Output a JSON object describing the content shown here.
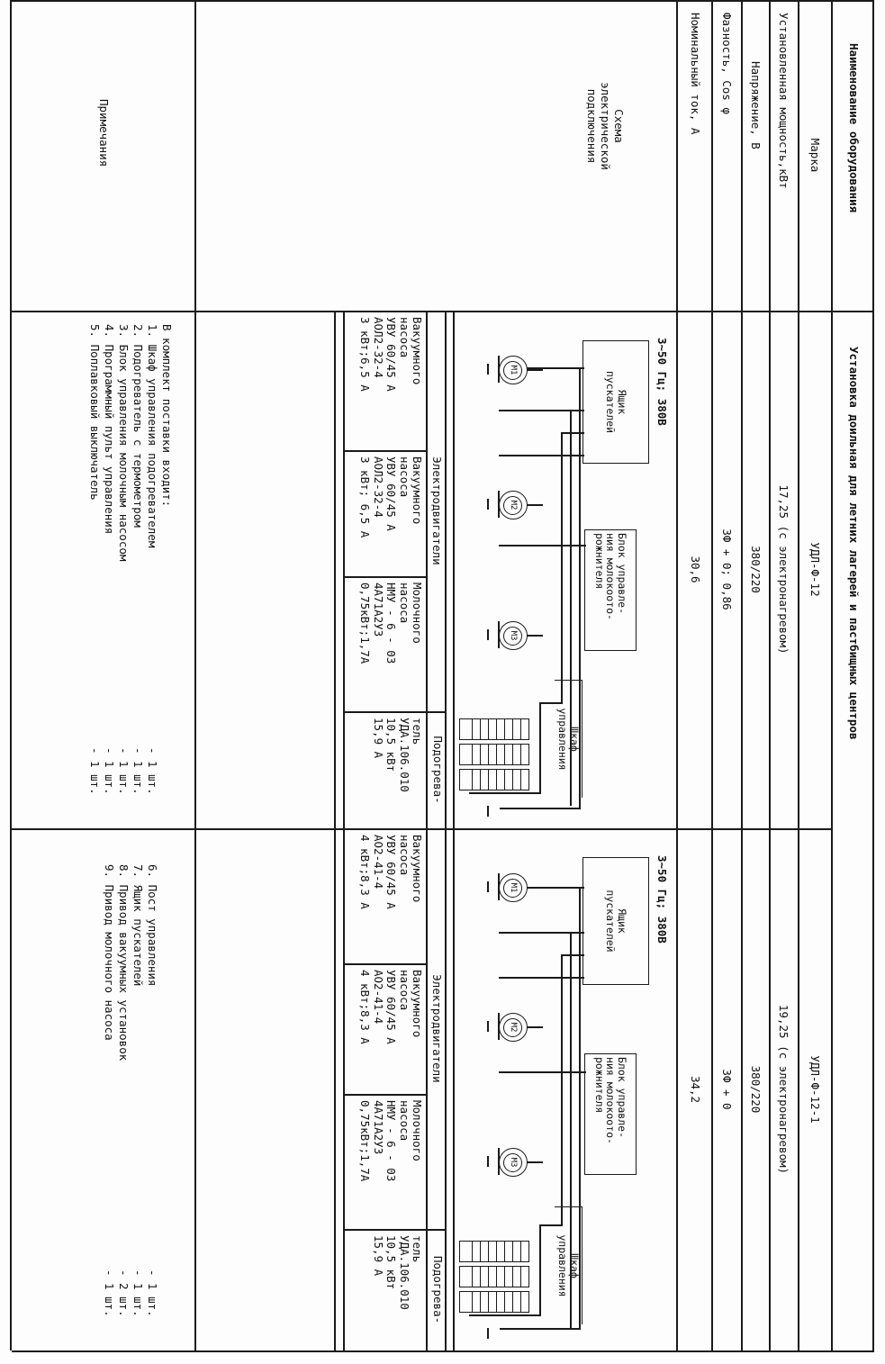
{
  "header": {
    "col_label": "Наименование оборудования",
    "title": "Установка доильная для летних лагерей и пастбищных центров"
  },
  "rows": {
    "brand": "Марка",
    "power": "Установленная мощность,кВт",
    "voltage": "Напряжение, В",
    "phase": "Фазность, Cos φ",
    "current": "Номинальный ток, А",
    "scheme": "Схема электрической подключения",
    "notes": "Примечания"
  },
  "unit1": {
    "brand": "УДЛ-Ф-12",
    "power": "17,25 (с электронагревом)",
    "voltage": "380/220",
    "phase": "3Ф + 0; 0,86",
    "current": "30,6",
    "supply": "3~50 Гц; 380В",
    "starter_box": [
      "Ящик",
      "пускателей"
    ],
    "milk_block": [
      "Блок управле-",
      "ния молокоото-",
      "рожнителя"
    ],
    "cabinet": [
      "Шкаф",
      "управления"
    ],
    "motors": [
      "M1",
      "M2",
      "M3"
    ],
    "motors_group": "Электродвигатели",
    "heater_group": [
      "Подогрева-",
      "тель"
    ],
    "table": [
      [
        "Вакуумного",
        "Вакуумного",
        "Молочного",
        "УДА.106.010"
      ],
      [
        "насоса",
        "насоса",
        "насоса",
        "10,5 кВт"
      ],
      [
        "УВУ 60/45 А",
        "УВУ 60/45 А",
        "НМУ - 6 - 03",
        "15,9 А"
      ],
      [
        "АОЛ2-32-4",
        "АОЛ2-32-4",
        "4А71А2У3",
        ""
      ],
      [
        "3 кВт;6,5 А",
        "3 кВт; 6,5 А",
        "0,75кВт;1,7А",
        ""
      ]
    ],
    "kit_title": "В комплект поставки входит:",
    "kit": [
      [
        "1. Шкаф управления подогревателем",
        "- 1 шт."
      ],
      [
        "2. Подогреватель с термометром",
        "- 1 шт."
      ],
      [
        "3. Блок управления молочным насосом",
        "- 1 шт."
      ],
      [
        "4. Программный пульт управления",
        "- 1 шт."
      ],
      [
        "5. Поплавковый выключатель",
        "- 1 шт."
      ]
    ]
  },
  "unit2": {
    "brand": "УДЛ-Ф-12-1",
    "power": "19,25 (с электронагревом)",
    "voltage": "380/220",
    "phase": "3Ф + 0",
    "current": "34,2",
    "supply": "3~50 Гц; 380В",
    "starter_box": [
      "Ящик",
      "пускателей"
    ],
    "milk_block": [
      "Блок управле-",
      "ния молокоото-",
      "рожнителя"
    ],
    "cabinet": [
      "Шкаф",
      "управления"
    ],
    "motors": [
      "M1",
      "M2",
      "M3"
    ],
    "motors_group": "Электродвигатели",
    "heater_group": [
      "Подогрева-",
      "тель"
    ],
    "table": [
      [
        "Вакуумного",
        "Вакуумного",
        "Молочного",
        "УДА.106.010"
      ],
      [
        "насоса",
        "насоса",
        "насоса",
        "10,5 кВт"
      ],
      [
        "УВУ 60/45 А",
        "УВУ 60/45 А",
        "НМУ - 6 - 03",
        "15,9 А"
      ],
      [
        "АО2-41-4",
        "АО2-41-4",
        "4А71А2У3",
        ""
      ],
      [
        "4 кВт;8,3 А",
        "4 кВт;8,3 А",
        "0,75кВт;1,7А",
        ""
      ]
    ],
    "kit": [
      [
        "6. Пост управления",
        "- 1 шт."
      ],
      [
        "7. Ящик пускателей",
        "- 1 шт."
      ],
      [
        "8. Привод вакуумных установок",
        "- 2 шт."
      ],
      [
        "9. Привод молочного насоса",
        "- 1 шт."
      ]
    ]
  }
}
